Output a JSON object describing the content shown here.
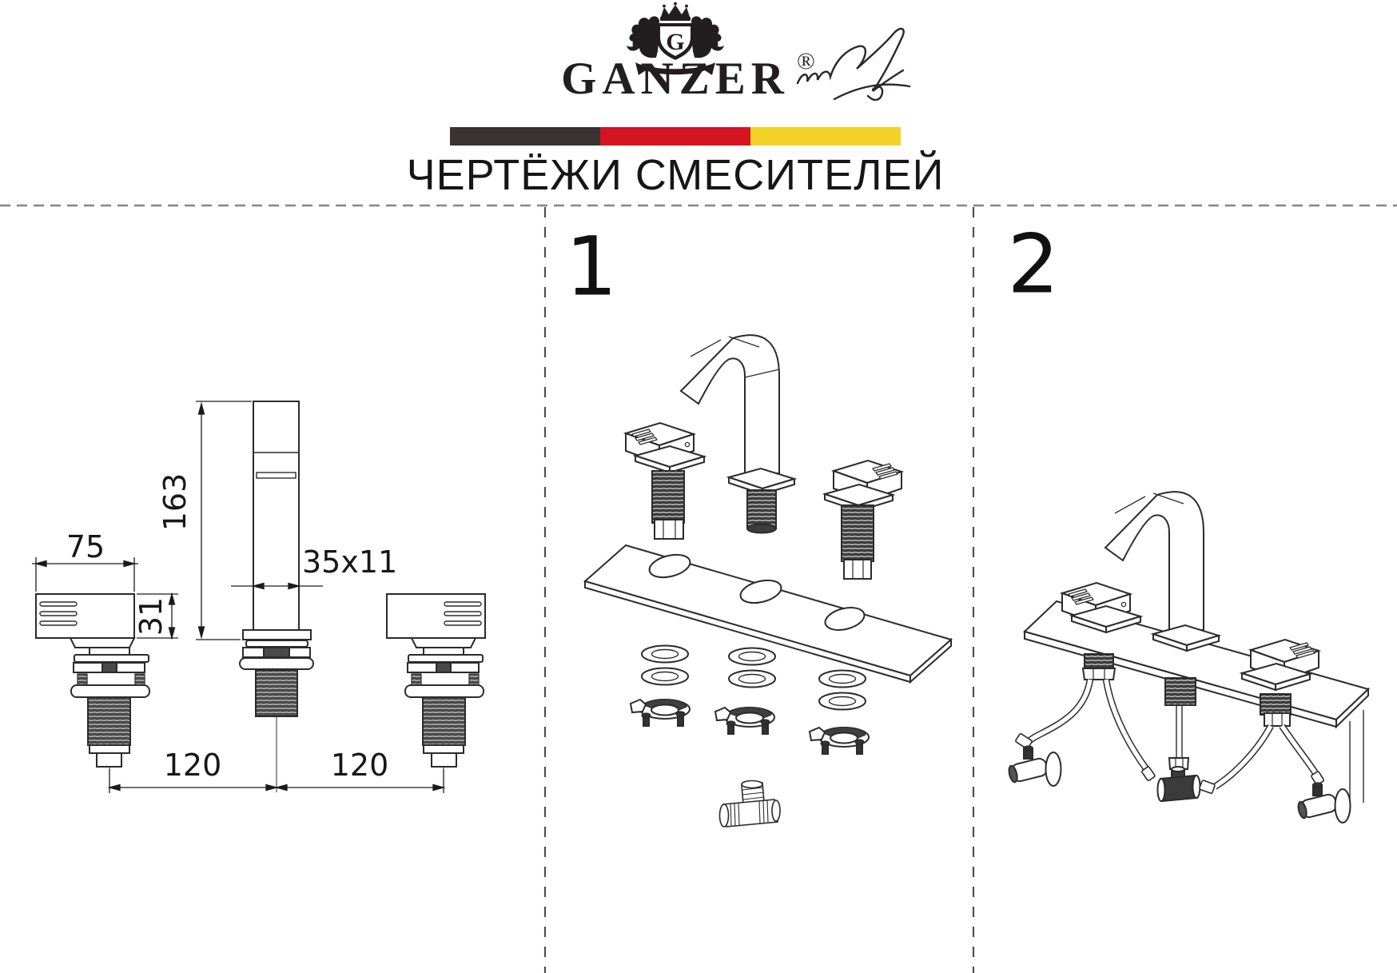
{
  "header": {
    "crest_monogram": "G",
    "brand": "GANZER",
    "registered_mark": "®",
    "flag_colors": [
      "#3a3332",
      "#d41420",
      "#f2d227"
    ],
    "title": "ЧЕРТЁЖИ СМЕСИТЕЛЕЙ"
  },
  "panel_labels": {
    "step1": "1",
    "step2": "2"
  },
  "drawing_dimensions": {
    "handle_width": "75",
    "handle_height": "31",
    "total_height": "163",
    "spout_section": "35x11",
    "left_spacing": "120",
    "right_spacing": "120"
  }
}
